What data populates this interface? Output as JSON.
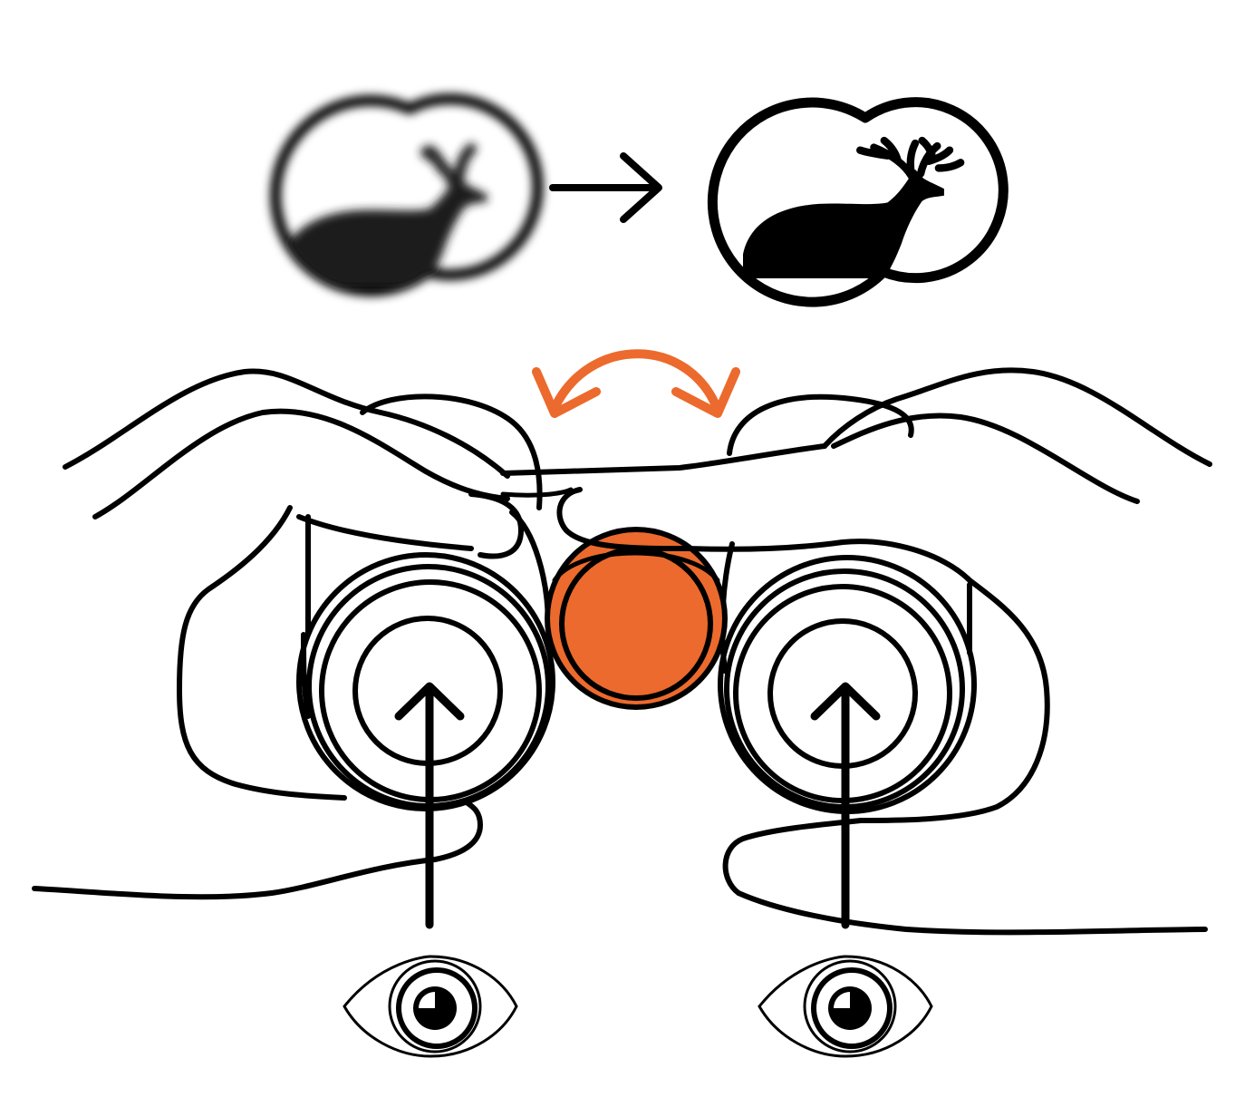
{
  "colors": {
    "ink": "#000000",
    "accent": "#EC6A2D",
    "background": "#FFFFFF",
    "blurred_ink": "#3a3a3a"
  },
  "panels": {
    "blurred_view": {
      "icon": "deer-icon",
      "state": "out-of-focus"
    },
    "sharp_view": {
      "icon": "deer-icon",
      "state": "in-focus"
    },
    "transition": {
      "icon": "arrow-right-icon"
    }
  },
  "focus_wheel": {
    "icon": "focus-wheel-icon",
    "rotation": "both-directions",
    "icon_arrows": "curved-double-arrow-icon"
  },
  "binoculars": {
    "icon": "binoculars-icon"
  },
  "hands": {
    "icon": "hand-icon",
    "count": 2
  },
  "eyes": [
    {
      "icon": "eye-icon",
      "side": "left"
    },
    {
      "icon": "eye-icon",
      "side": "right"
    }
  ],
  "sight_arrows": {
    "icon": "arrow-up-icon",
    "count": 2
  }
}
